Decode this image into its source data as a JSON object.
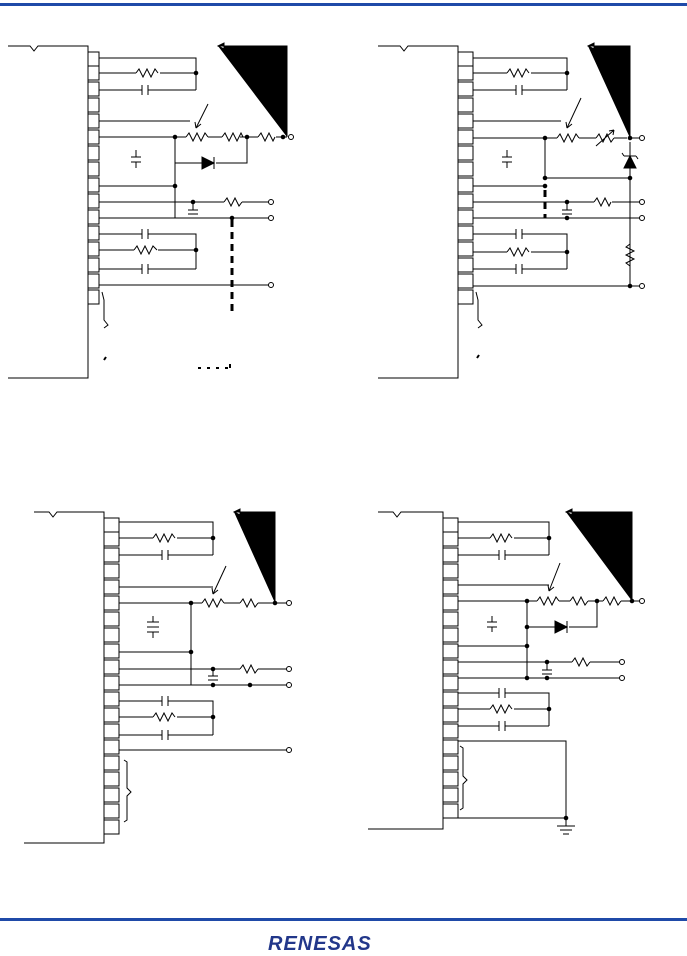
{
  "page": {
    "footer": {
      "logo_text": "RENESAS"
    },
    "colors": {
      "rule": "#1f4aa8",
      "logo": "#22378a",
      "ink": "#000000"
    }
  },
  "figures": [
    {
      "id": "circuit-a",
      "description_visible": ""
    },
    {
      "id": "circuit-b",
      "description_visible": ""
    },
    {
      "id": "circuit-c",
      "description_visible": ""
    },
    {
      "id": "circuit-d",
      "description_visible": ""
    }
  ]
}
